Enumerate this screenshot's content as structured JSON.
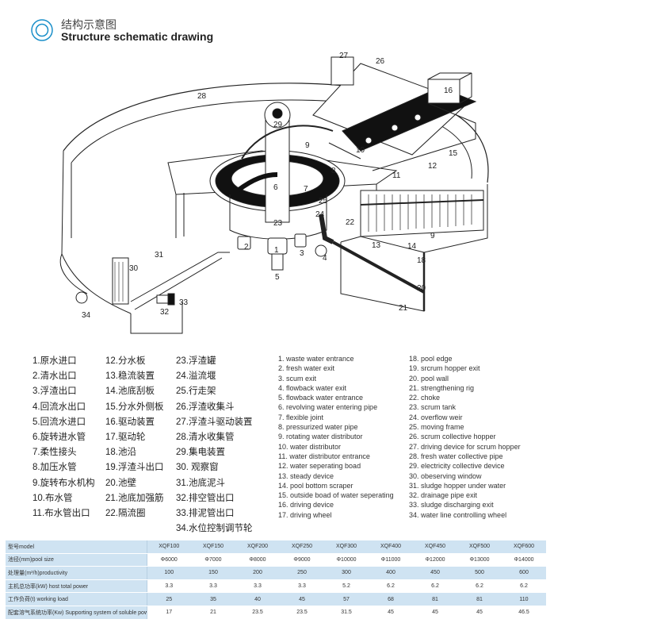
{
  "header": {
    "title_cn": "结构示意图",
    "title_en": "Structure schematic drawing"
  },
  "diagram": {
    "labels": [
      "1",
      "2",
      "3",
      "4",
      "5",
      "6",
      "7",
      "8",
      "9",
      "9",
      "10",
      "11",
      "12",
      "13",
      "14",
      "15",
      "16",
      "18",
      "20",
      "21",
      "22",
      "23",
      "24",
      "25",
      "26",
      "27",
      "28",
      "29",
      "30",
      "31",
      "32",
      "33",
      "34"
    ]
  },
  "legend_cn": {
    "col1": [
      "1.原水进口",
      "2.清水出口",
      "3.浮渣出口",
      "4.回流水出口",
      "5.回流水进口",
      "6.旋转进水管",
      "7.柔性接头",
      "8.加压水管",
      "9.旋转布水机构",
      "10.布水管",
      "11.布水管出口"
    ],
    "col2": [
      "12.分水板",
      "13.稳流装置",
      "14.池底刮板",
      "15.分水外侧板",
      "16.驱动装置",
      "17.驱动轮",
      "18.池沿",
      "19.浮渣斗出口",
      "20.池壁",
      "21.池底加强筋",
      "22.隔流圈"
    ],
    "col3": [
      "23.浮渣罐",
      "24.溢流堰",
      "25.行走架",
      "26.浮渣收集斗",
      "27.浮渣斗驱动装置",
      "28.清水收集管",
      "29.集电装置",
      "30. 观察窗",
      "31.池底泥斗",
      "32.排空管出口",
      "33.排泥管出口",
      "34.水位控制调节轮"
    ]
  },
  "legend_en": {
    "col1": [
      "1. waste water entrance",
      "2. fresh water exit",
      "3. scum exit",
      "4. flowback water exit",
      "5. flowback water entrance",
      "6. revolving water entering pipe",
      "7. flexible joint",
      "8. pressurized water pipe",
      "9. rotating water distributor",
      "10. water distributor",
      "11. water distributor entrance",
      "12. water seperating boad",
      "13. steady device",
      "14. pool bottom scraper",
      "15. outside boad of water seperating",
      "16. driving device",
      "17. driving wheel"
    ],
    "col2": [
      "18. pool edge",
      "19. srcrum hopper exit",
      "20. pool wall",
      "21. strengthening rig",
      "22. choke",
      "23. scrum tank",
      "24. overflow weir",
      "25. moving frame",
      "26. scrum collective hopper",
      "27. driving device for scrum hopper",
      "28. fresh water collective pipe",
      "29. electricity collective device",
      "30. obeserving window",
      "31. sludge hopper under water",
      "32. drainage pipe exit",
      "33. sludge discharging exit",
      "34. water line controlling wheel"
    ]
  },
  "spec_table": {
    "rows": [
      {
        "label": "型号model",
        "values": [
          "XQF100",
          "XQF150",
          "XQF200",
          "XQF250",
          "XQF300",
          "XQF400",
          "XQF450",
          "XQF500",
          "XQF600"
        ]
      },
      {
        "label": "池径(mm)pool size",
        "values": [
          "Φ6000",
          "Φ7000",
          "Φ8000",
          "Φ9000",
          "Φ10000",
          "Φ11000",
          "Φ12000",
          "Φ13000",
          "Φ14000"
        ]
      },
      {
        "label": "处理量(m³/h)productivity",
        "values": [
          "100",
          "150",
          "200",
          "250",
          "300",
          "400",
          "450",
          "500",
          "600"
        ]
      },
      {
        "label": "主机总功率(kW) host total power",
        "values": [
          "3.3",
          "3.3",
          "3.3",
          "3.3",
          "5.2",
          "6.2",
          "6.2",
          "6.2",
          "6.2"
        ]
      },
      {
        "label": "工作负荷(t) working load",
        "values": [
          "25",
          "35",
          "40",
          "45",
          "57",
          "68",
          "81",
          "81",
          "110"
        ]
      },
      {
        "label": "配套溶气系统功率(Kw) Supporting system of soluble power",
        "values": [
          "17",
          "21",
          "23.5",
          "23.5",
          "31.5",
          "45",
          "45",
          "45",
          "46.5"
        ]
      }
    ]
  },
  "colors": {
    "accent": "#1a8fc9",
    "table_shade": "#cfe3f2"
  }
}
